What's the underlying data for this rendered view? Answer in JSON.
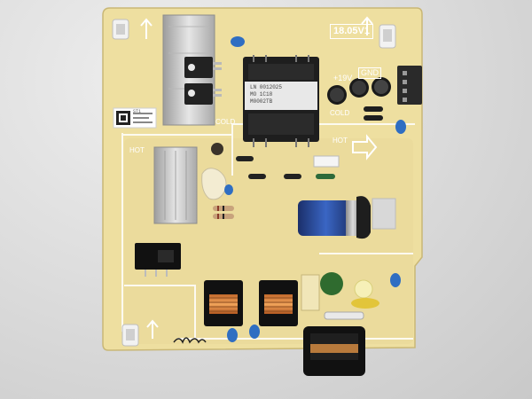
{
  "board": {
    "top_voltage_label": "18.05V1",
    "rail_label": "+19V",
    "gnd_label": "GND",
    "cold_label_top": "COLD",
    "cold_label_mid": "COLD",
    "hot_label_left": "HOT",
    "hot_label_right": "HOT",
    "ic_part_number": "ST1",
    "transformer_text_1": "LN 0012025",
    "transformer_text_2": "MO 1C18",
    "transformer_text_3": "M0002TB"
  },
  "colors": {
    "pcb": "#efe2a5",
    "pcb_dark": "#e2d08a",
    "silkscreen": "#ffffff",
    "heatsink": "#c8c8c8",
    "electrolytic_blue": "#1f3f8f"
  }
}
